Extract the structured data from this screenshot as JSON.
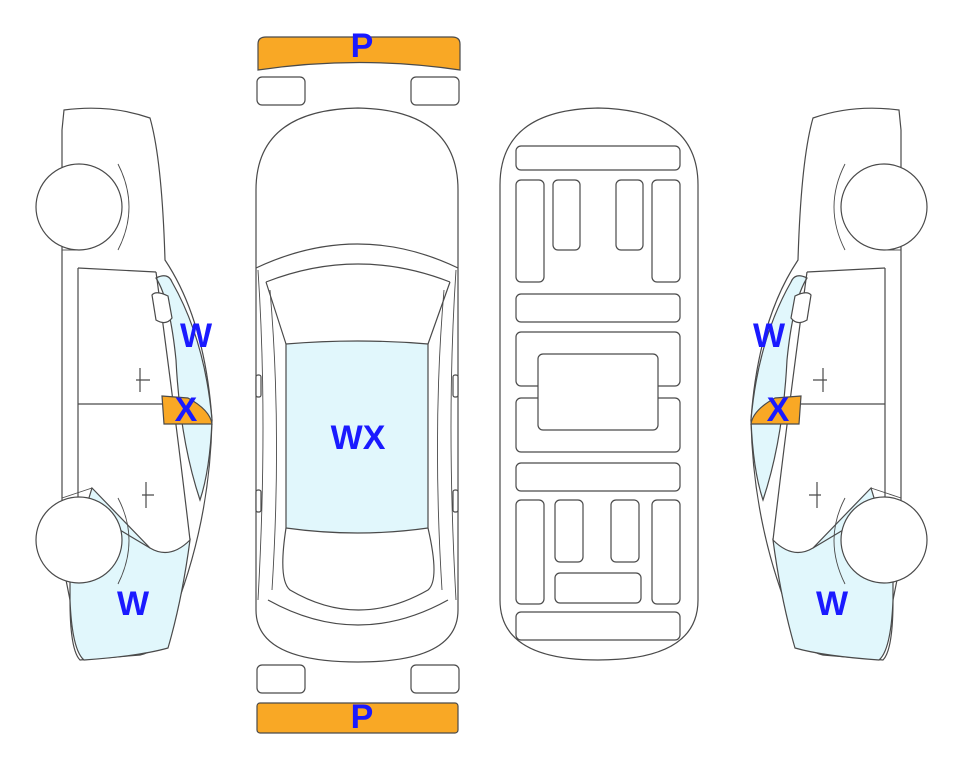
{
  "colors": {
    "mark_text": "#1a1aff",
    "bumper_damage": "#f9a825",
    "glass_highlight": "#e1f7fc",
    "outline": "#4a4a4a"
  },
  "marks": {
    "front_bumper": "P",
    "rear_bumper": "P",
    "roof": "WX",
    "left_upper": "W",
    "left_mid": "X",
    "left_lower": "W",
    "right_upper": "W",
    "right_mid": "X",
    "right_lower": "W"
  }
}
